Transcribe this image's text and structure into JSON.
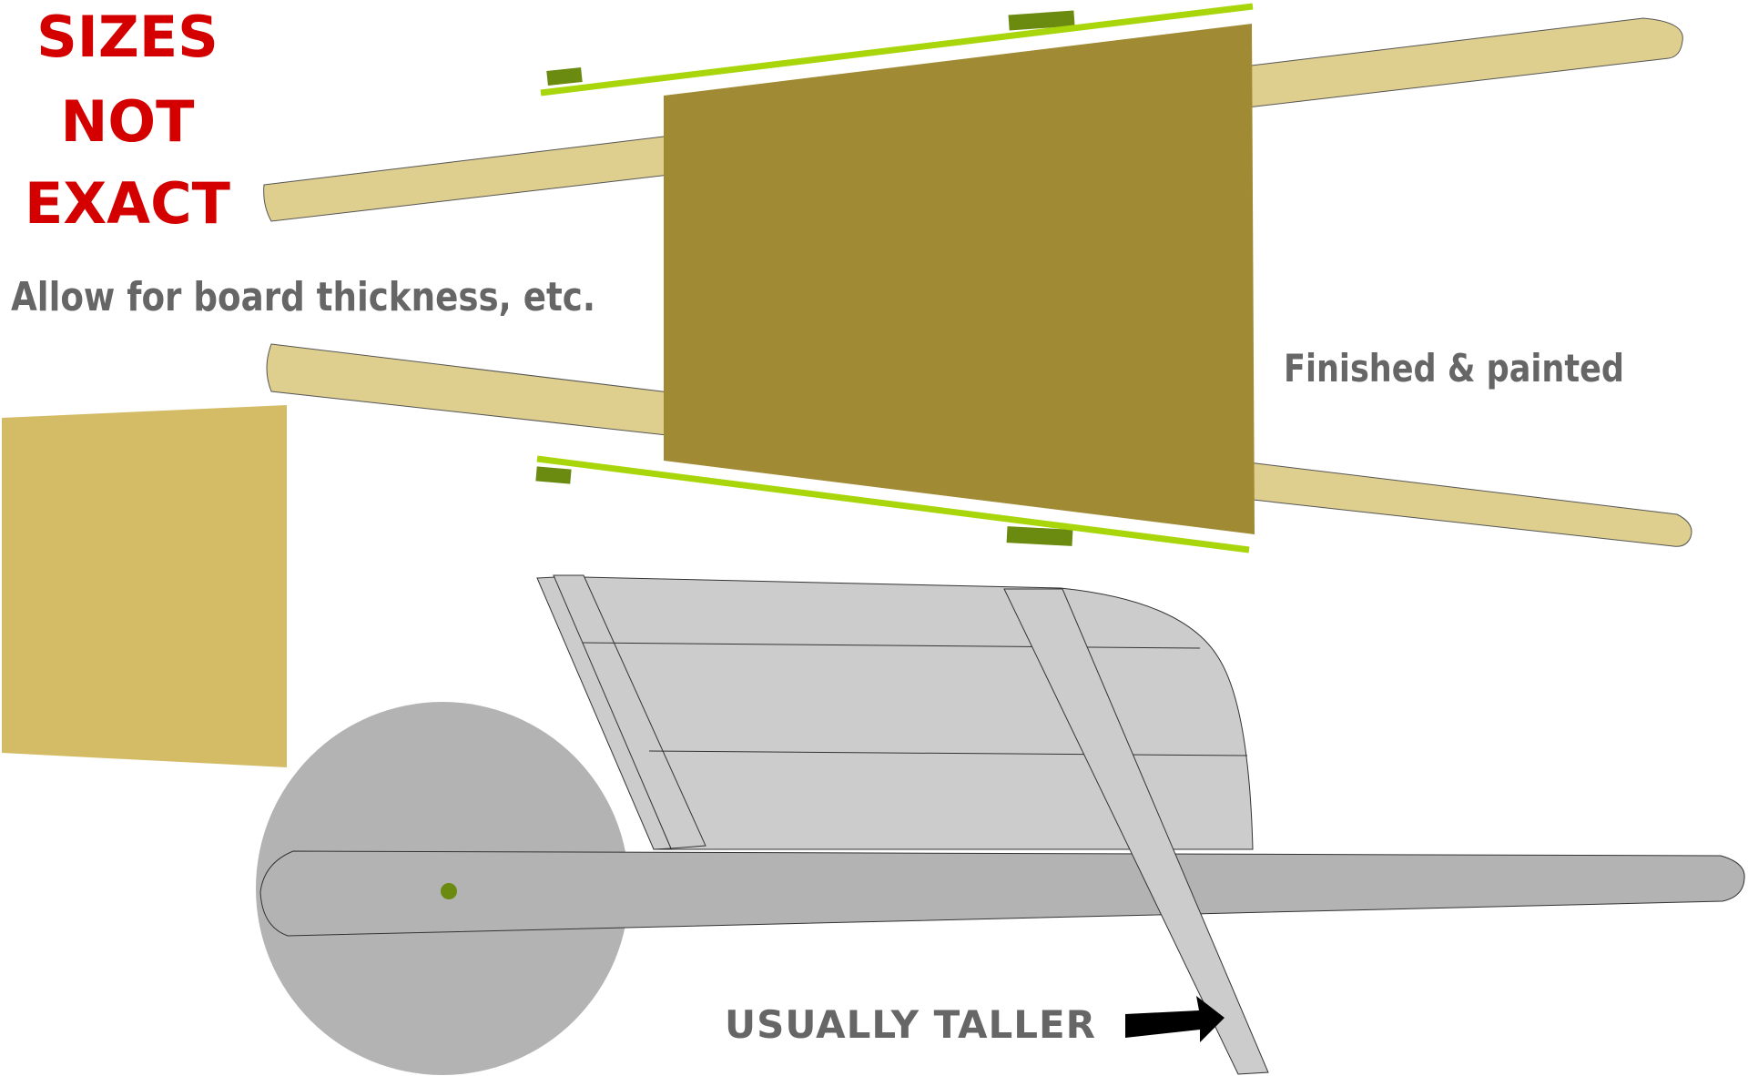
{
  "labels": {
    "warning": {
      "line1": "SIZES",
      "line2": "NOT",
      "line3": "EXACT"
    },
    "allow_note": "Allow for board thickness, etc.",
    "finished_note": "Finished & painted",
    "taller_note": "USUALLY TALLER"
  },
  "colors": {
    "warning_text": "#d40000",
    "note_text": "#666666",
    "handle_wood": "#dfcf8f",
    "floor_board": "#a08a33",
    "side_panel": "#d4bc66",
    "side_rail": "#a8d60a",
    "rail_block": "#6a8a10",
    "cart_body": "#cccccc",
    "cart_frame": "#b3b3b3",
    "axle": "#6a8a10",
    "arrow": "#000000"
  }
}
